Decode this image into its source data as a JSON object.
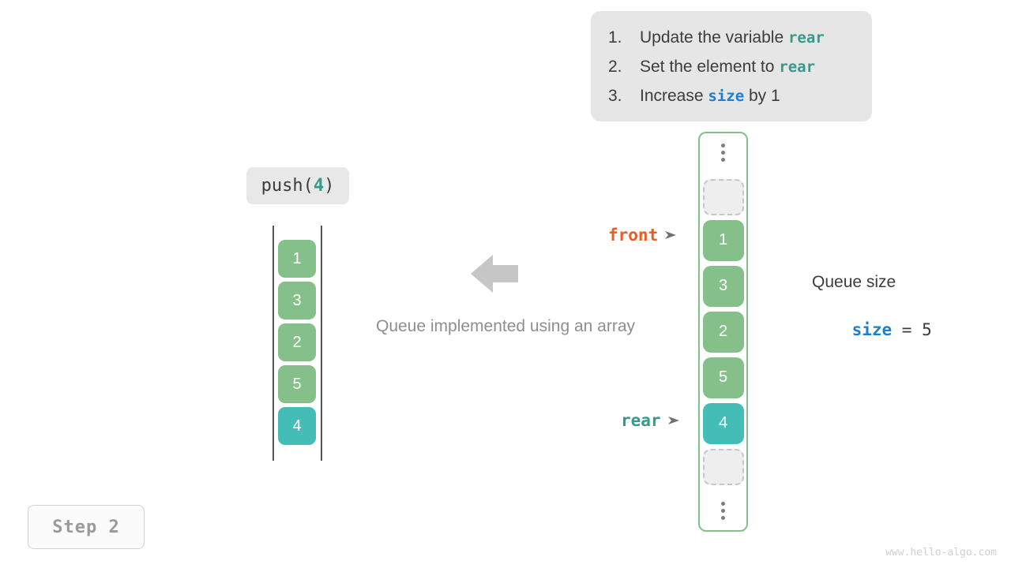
{
  "instructions": {
    "items": [
      {
        "num": "1.",
        "pre": "Update the variable ",
        "code": "rear",
        "code_color": "teal",
        "post": ""
      },
      {
        "num": "2.",
        "pre": "Set the element to ",
        "code": "rear",
        "code_color": "teal",
        "post": ""
      },
      {
        "num": "3.",
        "pre": "Increase ",
        "code": "size",
        "code_color": "blue",
        "post": " by 1"
      }
    ]
  },
  "operation": {
    "name": "push(",
    "arg": "4",
    "close": ")"
  },
  "left_array": {
    "values": [
      "1",
      "3",
      "2",
      "5",
      "4"
    ],
    "highlight_index": 4
  },
  "caption": "Queue implemented using an array",
  "pointers": {
    "front": "front",
    "rear": "rear",
    "arrow_glyph": "➤"
  },
  "queue": {
    "top_ellipsis": "vertical-ellipsis",
    "bottom_ellipsis": "vertical-ellipsis",
    "cells": [
      {
        "value": "",
        "state": "empty"
      },
      {
        "value": "1",
        "state": "green"
      },
      {
        "value": "3",
        "state": "green"
      },
      {
        "value": "2",
        "state": "green"
      },
      {
        "value": "5",
        "state": "green"
      },
      {
        "value": "4",
        "state": "teal"
      },
      {
        "value": "",
        "state": "empty"
      }
    ]
  },
  "size_info": {
    "title": "Queue size",
    "var": "size",
    "operator": " = ",
    "value": "5"
  },
  "step": {
    "label": "Step 2"
  },
  "watermark": "www.hello-algo.com",
  "colors": {
    "green": "#85bf8a",
    "teal": "#43bdb6",
    "orange": "#ec5b1f",
    "blue": "#1a80d4",
    "code_teal": "#37998c",
    "gray_text": "#8e8e8e",
    "panel_bg": "#e6e6e6"
  }
}
